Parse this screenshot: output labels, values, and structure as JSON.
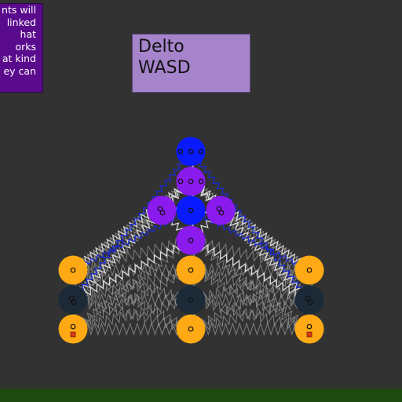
{
  "info_panel": {
    "lines": [
      "nts will",
      "linked",
      "hat",
      "orks",
      "at kind",
      "ey can"
    ],
    "color": "#5a0a8c"
  },
  "title_box": {
    "lines": [
      "Delto",
      "WASD"
    ],
    "color": "#a684cc"
  },
  "ground": {
    "color": "#1e4a10"
  },
  "creature": {
    "joint_types": {
      "control": "#0a1aff",
      "muscle": "#8a1aee",
      "foot": "#ffaa14",
      "dark": "#1c2a38"
    },
    "spring_colors": [
      "#9a9a9a",
      "#e0e0e0",
      "#1a2adc"
    ]
  }
}
